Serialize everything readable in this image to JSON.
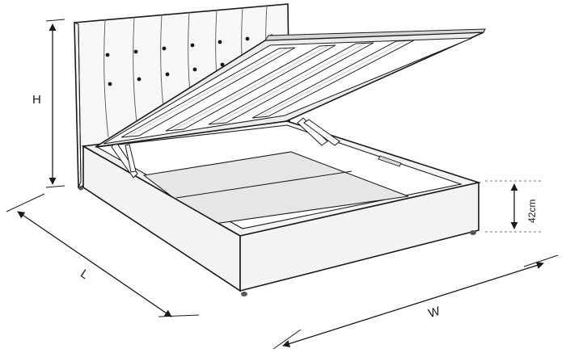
{
  "dimensions": {
    "height_label": "H",
    "length_label": "L",
    "width_label": "W",
    "storage_height_label": "42cm"
  },
  "colors": {
    "line": "#1a1a1a",
    "headboard_fill": "#f7f7f7",
    "frame_fill": "#f3f3f3",
    "inner_fill": "#ffffff",
    "storage_floor": "#e6e6e6",
    "lid_fill": "#ececec",
    "slat_fill": "#fafafa",
    "button_fill": "#1a1a1a",
    "guide_line": "#777777"
  }
}
